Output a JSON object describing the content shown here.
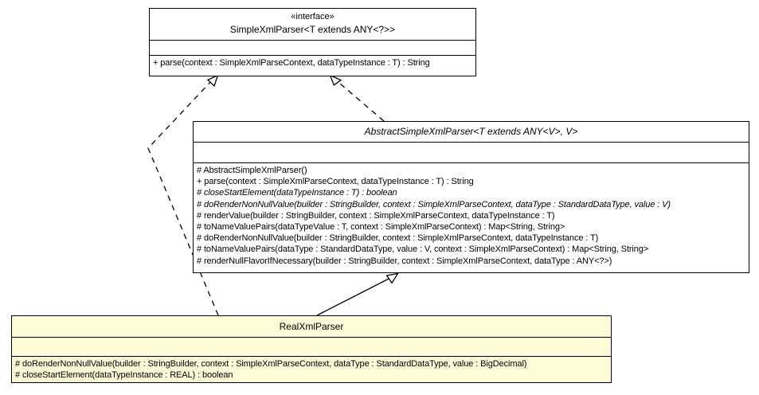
{
  "diagram": {
    "type": "uml-class-diagram",
    "background_color": "#ffffff",
    "line_color": "#000000",
    "highlight_color": "#fdfbd8"
  },
  "classes": [
    {
      "id": "simple-xml-parser",
      "stereotype": "«interface»",
      "name": "SimpleXmlParser<T extends ANY<?>>",
      "is_abstract": false,
      "highlighted": false,
      "attributes": [],
      "operations": [
        {
          "text": "+ parse(context : SimpleXmlParseContext, dataTypeInstance : T) : String",
          "abstract": false
        }
      ]
    },
    {
      "id": "abstract-simple-xml-parser",
      "stereotype": "",
      "name": "AbstractSimpleXmlParser<T extends ANY<V>, V>",
      "is_abstract": true,
      "highlighted": false,
      "attributes": [],
      "operations": [
        {
          "text": "# AbstractSimpleXmlParser()",
          "abstract": false
        },
        {
          "text": "+ parse(context : SimpleXmlParseContext, dataTypeInstance : T) : String",
          "abstract": false
        },
        {
          "text": "# closeStartElement(dataTypeInstance : T) : boolean",
          "abstract": true
        },
        {
          "text": "# doRenderNonNullValue(builder : StringBuilder, context : SimpleXmlParseContext, dataType : StandardDataType, value : V)",
          "abstract": true
        },
        {
          "text": "# renderValue(builder : StringBuilder, context : SimpleXmlParseContext, dataTypeInstance : T)",
          "abstract": false
        },
        {
          "text": "# toNameValuePairs(dataTypeValue : T, context : SimpleXmlParseContext) : Map<String, String>",
          "abstract": false
        },
        {
          "text": "# doRenderNonNullValue(builder : StringBuilder, context : SimpleXmlParseContext, dataTypeInstance : T)",
          "abstract": false
        },
        {
          "text": "# toNameValuePairs(dataType : StandardDataType, value : V, context : SimpleXmlParseContext) : Map<String, String>",
          "abstract": false
        },
        {
          "text": "# renderNullFlavorIfNecessary(builder : StringBuilder, context : SimpleXmlParseContext, dataType : ANY<?>)",
          "abstract": false
        }
      ]
    },
    {
      "id": "real-xml-parser",
      "stereotype": "",
      "name": "RealXmlParser",
      "is_abstract": false,
      "highlighted": true,
      "attributes": [],
      "operations": [
        {
          "text": "# doRenderNonNullValue(builder : StringBuilder, context : SimpleXmlParseContext, dataType : StandardDataType, value : BigDecimal)",
          "abstract": false
        },
        {
          "text": "# closeStartElement(dataTypeInstance : REAL) : boolean",
          "abstract": false
        }
      ]
    }
  ],
  "relationships": [
    {
      "id": "abstract-realizes-interface",
      "kind": "realization",
      "style": "dashed",
      "arrowhead": "hollow-triangle",
      "from": "abstract-simple-xml-parser",
      "to": "simple-xml-parser"
    },
    {
      "id": "real-realizes-interface",
      "kind": "realization",
      "style": "dashed",
      "arrowhead": "hollow-triangle",
      "from": "real-xml-parser",
      "to": "simple-xml-parser"
    },
    {
      "id": "real-extends-abstract",
      "kind": "generalization",
      "style": "solid",
      "arrowhead": "hollow-triangle",
      "from": "real-xml-parser",
      "to": "abstract-simple-xml-parser"
    }
  ]
}
